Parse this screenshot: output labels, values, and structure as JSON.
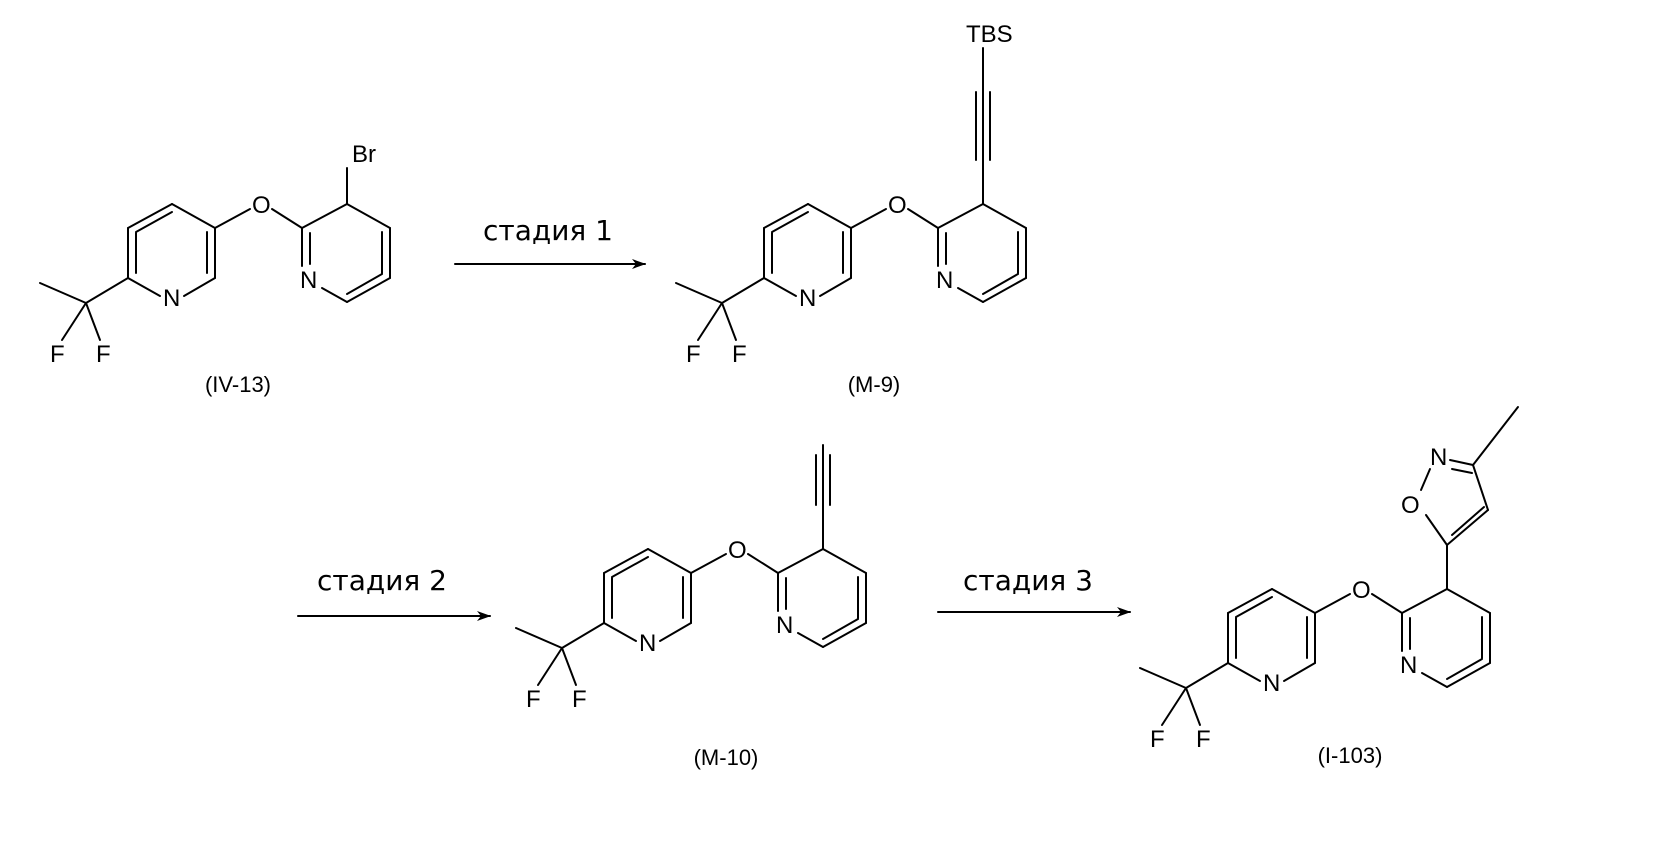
{
  "compounds": [
    {
      "id": "IV-13",
      "label": "(IV-13)",
      "atoms": {
        "br": "Br",
        "o": "O",
        "n_a": "N",
        "n_b": "N",
        "f1": "F",
        "f2": "F"
      }
    },
    {
      "id": "M-9",
      "label": "(M-9)",
      "atoms": {
        "tbs": "TBS",
        "o": "O",
        "n_a": "N",
        "n_b": "N",
        "f1": "F",
        "f2": "F"
      }
    },
    {
      "id": "M-10",
      "label": "(M-10)",
      "atoms": {
        "o": "O",
        "n_a": "N",
        "n_b": "N",
        "f1": "F",
        "f2": "F"
      }
    },
    {
      "id": "I-103",
      "label": "(I-103)",
      "atoms": {
        "n_iso": "N",
        "o_iso": "O",
        "o": "O",
        "n_a": "N",
        "n_b": "N",
        "f1": "F",
        "f2": "F"
      }
    }
  ],
  "steps": [
    {
      "label": "стадия 1"
    },
    {
      "label": "стадия 2"
    },
    {
      "label": "стадия 3"
    }
  ]
}
